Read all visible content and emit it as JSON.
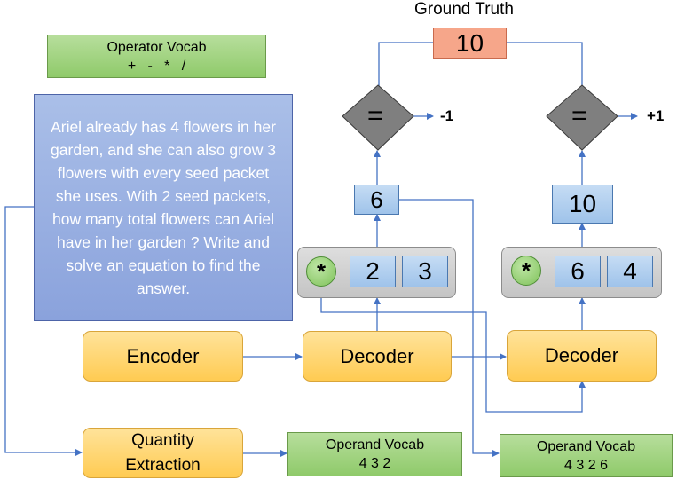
{
  "ground_truth": {
    "label": "Ground Truth",
    "value": "10"
  },
  "operator_vocab": {
    "title": "Operator Vocab",
    "ops": "+   -   *   /"
  },
  "problem_text": "Ariel already has 4 flowers in her garden, and she can also grow 3 flowers with every seed packet she uses. With 2 seed packets, how many total flowers can Ariel have in her garden ? Write and solve an equation to find the answer.",
  "encoder": "Encoder",
  "decoder_1": "Decoder",
  "decoder_2": "Decoder",
  "quantity_extraction": "Quantity\nExtraction",
  "operand_vocab_1": {
    "title": "Operand Vocab",
    "values": "4 3 2"
  },
  "operand_vocab_2": {
    "title": "Operand Vocab",
    "values": "4 3 2 6"
  },
  "step_1": {
    "operator": "*",
    "operand_a": "2",
    "operand_b": "3",
    "result": "6",
    "compare": "=",
    "reward": "-1"
  },
  "step_2": {
    "operator": "*",
    "operand_a": "6",
    "operand_b": "4",
    "result": "10",
    "compare": "=",
    "reward": "+1"
  },
  "colors": {
    "arrow": "#4472c4",
    "green": "#a9d18e",
    "orange": "#ffd966",
    "blue": "#9dc3e6",
    "problem": "#8ea9db",
    "ground_truth": "#f4b183"
  }
}
